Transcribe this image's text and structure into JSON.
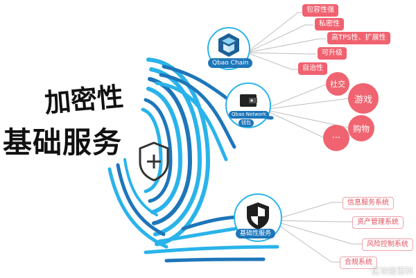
{
  "headline": {
    "line1": "加密性",
    "line2": "基础服务"
  },
  "hubs": {
    "chain": {
      "label": "Qbao Chain"
    },
    "wallet": {
      "label1": "Qbao Network",
      "label2": "钱包"
    },
    "basic": {
      "label": "基础性服务"
    }
  },
  "chain_tags": [
    "包容性强",
    "私密性",
    "高TPS性、扩展性",
    "可升级",
    "自治性"
  ],
  "wallet_bubbles": [
    "社交",
    "游戏",
    "购物",
    "···"
  ],
  "basic_tags": [
    "信息服务系统",
    "资产管理系统",
    "风险控制系统",
    "合规系统"
  ],
  "colors": {
    "deep_blue": "#1e76b9",
    "light_blue": "#2ab3ea",
    "tag_red": "#f0626f"
  },
  "watermark": "区块链百科"
}
